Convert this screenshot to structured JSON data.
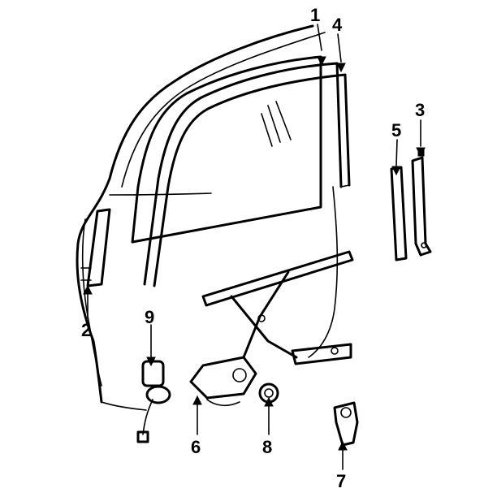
{
  "diagram": {
    "type": "exploded-parts",
    "callouts": [
      {
        "id": "1",
        "label": "1"
      },
      {
        "id": "2",
        "label": "2"
      },
      {
        "id": "3",
        "label": "3"
      },
      {
        "id": "4",
        "label": "4"
      },
      {
        "id": "5",
        "label": "5"
      },
      {
        "id": "6",
        "label": "6"
      },
      {
        "id": "7",
        "label": "7"
      },
      {
        "id": "8",
        "label": "8"
      },
      {
        "id": "9",
        "label": "9"
      }
    ]
  },
  "colors": {
    "line": "#000000",
    "background": "#ffffff"
  }
}
